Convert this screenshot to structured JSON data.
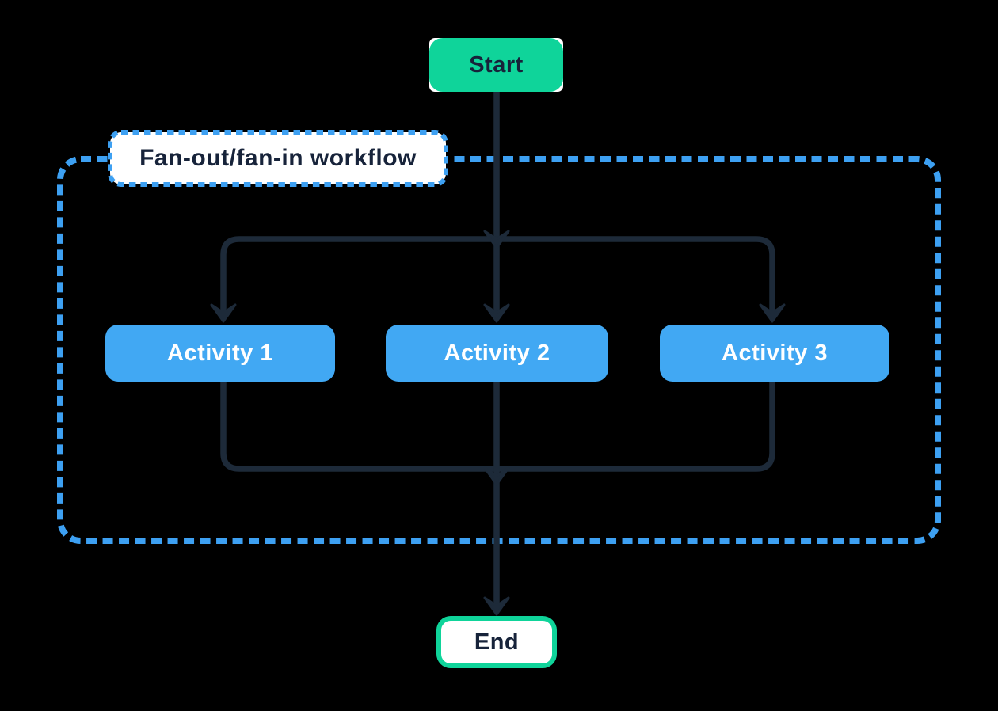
{
  "diagram": {
    "type": "flowchart",
    "direction": "top-down",
    "group": {
      "title": "Fan-out/fan-in workflow"
    },
    "nodes": {
      "start": {
        "label": "Start",
        "shape": "rounded-rect",
        "fill": "green"
      },
      "activity1": {
        "label": "Activity 1",
        "shape": "rounded-rect",
        "fill": "blue"
      },
      "activity2": {
        "label": "Activity 2",
        "shape": "rounded-rect",
        "fill": "blue"
      },
      "activity3": {
        "label": "Activity 3",
        "shape": "rounded-rect",
        "fill": "blue"
      },
      "end": {
        "label": "End",
        "shape": "rounded-rect",
        "fill": "white-green-border"
      }
    },
    "edges": [
      {
        "from": "Start",
        "to": "Activity 1"
      },
      {
        "from": "Start",
        "to": "Activity 2"
      },
      {
        "from": "Start",
        "to": "Activity 3"
      },
      {
        "from": "Activity 1",
        "to": "End"
      },
      {
        "from": "Activity 2",
        "to": "End"
      },
      {
        "from": "Activity 3",
        "to": "End"
      }
    ]
  },
  "colors": {
    "background": "#000000",
    "line": "#1d2a39",
    "node-text": "#17233a",
    "green": "#0fd49a",
    "blue": "#41a8f3",
    "dash": "#3da0f2",
    "white": "#ffffff"
  }
}
